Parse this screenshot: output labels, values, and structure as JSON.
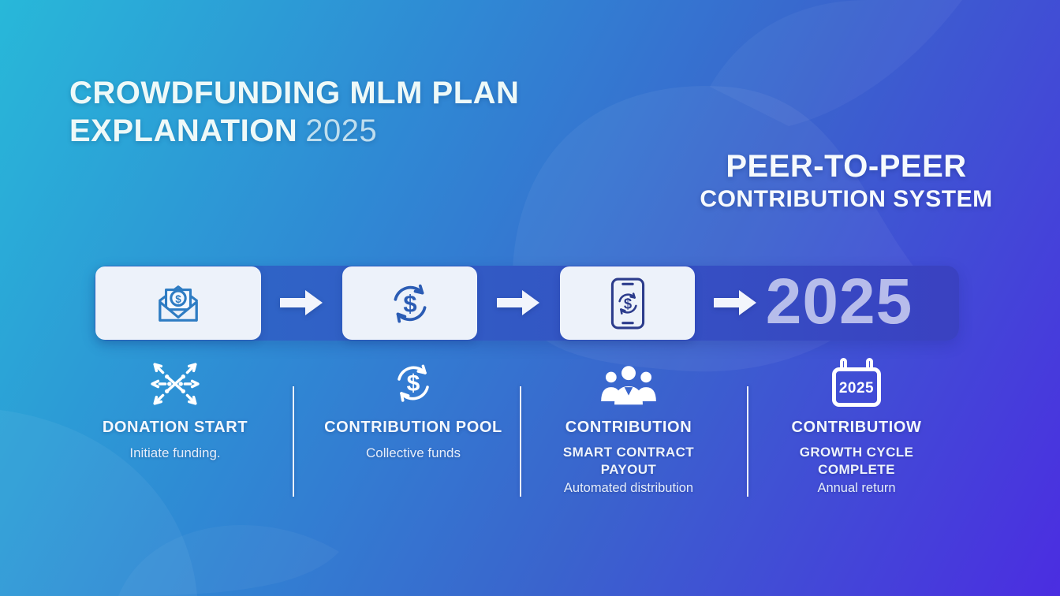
{
  "colors": {
    "bg_top_left": "#28b8d9",
    "bg_middle": "#2f89d4",
    "bg_bottom_right": "#4b2de1",
    "band_left": "#2d6bc7",
    "band_right": "#3a41c1",
    "card_fill": "#edf2fa",
    "arrow_fill": "#f2f5fc",
    "big_year_color": "#c8cdf0",
    "envelope_icon_stroke": "#2e7cc3",
    "cycle_icon_stroke": "#2b5cb4",
    "phone_icon_stroke": "#2c3c8c",
    "text_white": "#f4f8fd"
  },
  "header": {
    "title_line1": "CROWDFUNDING MLM PLAN",
    "title_line2_strong": "EXPLANATION",
    "title_line2_year": "2025"
  },
  "headline": {
    "line1": "PEER-TO-PEER",
    "line2": "CONTRIBUTION SYSTEM"
  },
  "timeline": {
    "dollar_sign": "$",
    "year_label": "2025",
    "steps": [
      {
        "icon": "envelope-dollar-icon"
      },
      {
        "icon": "dollar-cycle-icon"
      },
      {
        "icon": "phone-dollar-icon"
      }
    ]
  },
  "columns": [
    {
      "icon": "network-arrows-icon",
      "title": "DONATION START",
      "description": "Initiate funding."
    },
    {
      "icon": "dollar-cycle-icon",
      "title": "CONTRIBUTION POOL",
      "description": "Collective funds"
    },
    {
      "icon": "people-group-icon",
      "title": "CONTRIBUTION",
      "subtitle": "SMART CONTRACT PAYOUT",
      "description": "Automated distribution"
    },
    {
      "icon": "calendar-icon",
      "calendar_year": "2025",
      "title": "CONTRIBUTIOW",
      "subtitle": "GROWTH CYCLE COMPLETE",
      "description": "Annual return"
    }
  ]
}
